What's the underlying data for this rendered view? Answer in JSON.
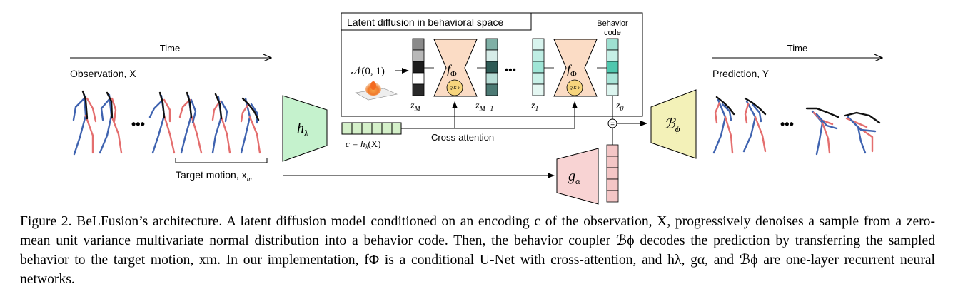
{
  "colors": {
    "encoder_green": "#c5f2cd",
    "decoder_yellow": "#f3f1b8",
    "g_alpha_pink": "#f8d3d3",
    "unet_peach": "#fbdcc5",
    "unet_circle": "#f7d57d",
    "c_vector_green": "#d4f0c9",
    "g_vector_pink": "#f4c6c6",
    "skeleton_blue": "#3f63b0",
    "skeleton_red": "#e46e6e",
    "skeleton_black": "#111111"
  },
  "labels": {
    "time_left": "Time",
    "time_right": "Time",
    "observation": "Observation, X",
    "prediction": "Prediction, Y",
    "target_motion": "Target motion, x",
    "target_motion_sub": "m",
    "latent_box_title": "Latent diffusion in behavioral space",
    "behavior_code": "Behavior",
    "behavior_code_2": "code",
    "normal": "𝒩(0, 1)",
    "h_lambda": "h",
    "h_lambda_sub": "λ",
    "g_alpha": "g",
    "g_alpha_sub": "α",
    "B_phi": "ℬ",
    "B_phi_sub": "ϕ",
    "f_Phi_1": "f",
    "f_Phi_2": "f",
    "f_Phi_sub": "Φ",
    "qkv": "Q K V",
    "z_M": "z",
    "z_M_sub": "M",
    "z_M1": "z",
    "z_M1_sub": "M−1",
    "z_1": "z",
    "z_1_sub": "1",
    "z_0": "z",
    "z_0_sub": "0",
    "c_eq": "c = h",
    "c_eq_sub": "λ",
    "c_eq_tail": "(X)",
    "cross_attention": "Cross-attention",
    "ellipsis": "•••",
    "equals": "="
  },
  "caption": "Figure 2. BeLFusion’s architecture. A latent diffusion model conditioned on an encoding c of the observation, X, progressively denoises a sample from a zero-mean unit variance multivariate normal distribution into a behavior code. Then, the behavior coupler ℬϕ decodes the prediction by transferring the sampled behavior to the target motion, xm. In our implementation, fΦ is a conditional U-Net with cross-attention, and hλ, gα, and ℬϕ are one-layer recurrent neural networks."
}
